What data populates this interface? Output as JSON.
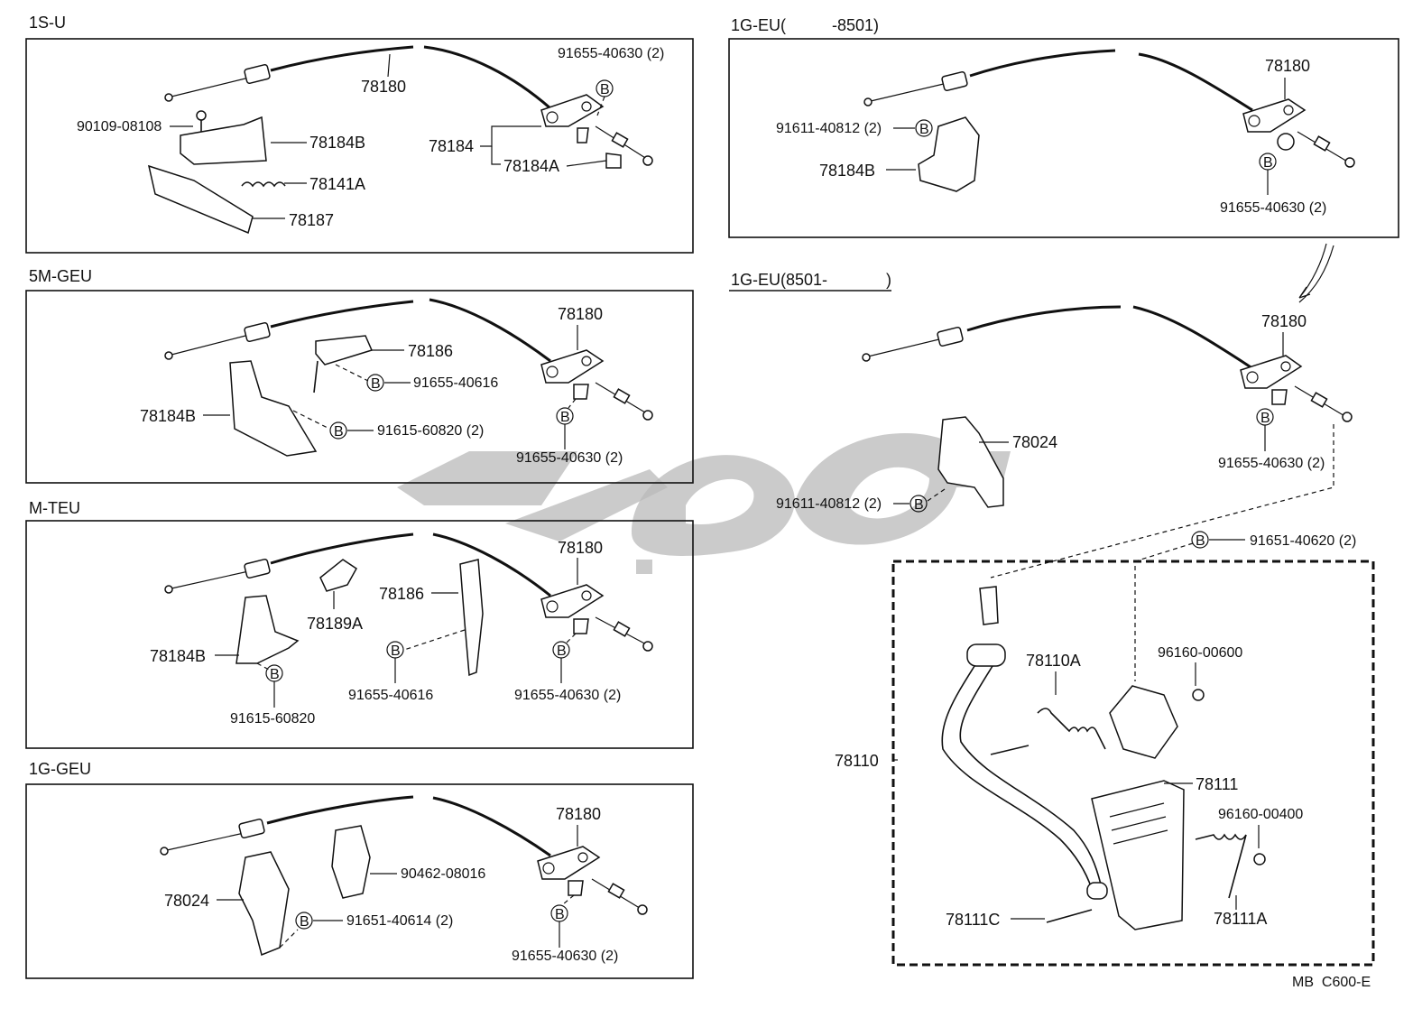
{
  "sections": {
    "s1": {
      "title": "1S-U",
      "labels": {
        "cable": "78180",
        "bolt": "90109-08108",
        "bracket": "78184B",
        "spring": "78141A",
        "plate": "78187",
        "clampGroup": "78184",
        "clampPart": "78184A",
        "clip": "91655-40630 (2)"
      }
    },
    "s2": {
      "title": "5M-GEU",
      "labels": {
        "cable": "78180",
        "holder": "78186",
        "clip1": "91655-40616",
        "bracket": "78184B",
        "clip2": "91615-60820 (2)",
        "clip3": "91655-40630 (2)"
      }
    },
    "s3": {
      "title": "M-TEU",
      "labels": {
        "cable": "78180",
        "holder": "78186",
        "support": "78189A",
        "bracket": "78184B",
        "clip1": "91615-60820",
        "clip2": "91655-40616",
        "clip3": "91655-40630 (2)"
      }
    },
    "s4": {
      "title": "1G-GEU",
      "labels": {
        "cable": "78180",
        "clamp": "90462-08016",
        "bracket": "78024",
        "clip1": "91651-40614 (2)",
        "clip2": "91655-40630 (2)"
      }
    },
    "s5": {
      "title_left": "1G-EU(",
      "title_right": "-8501)",
      "labels": {
        "cable": "78180",
        "clip1": "91611-40812 (2)",
        "bracket": "78184B",
        "clip2": "91655-40630 (2)"
      }
    },
    "s6": {
      "title_left": "1G-EU(8501-",
      "title_right": ")",
      "labels": {
        "cable": "78180",
        "bracket": "78024",
        "clip1": "91611-40812 (2)",
        "clip2": "91655-40630 (2)"
      }
    },
    "pedal": {
      "labels": {
        "clip": "91651-40620 (2)",
        "spring": "78110A",
        "washer1": "96160-00600",
        "pedalAssy": "78110",
        "pad": "78111",
        "washer2": "96160-00400",
        "pin": "78111C",
        "spring2": "78111A"
      }
    }
  },
  "symbol": "B",
  "footer": "MB  C600-E"
}
